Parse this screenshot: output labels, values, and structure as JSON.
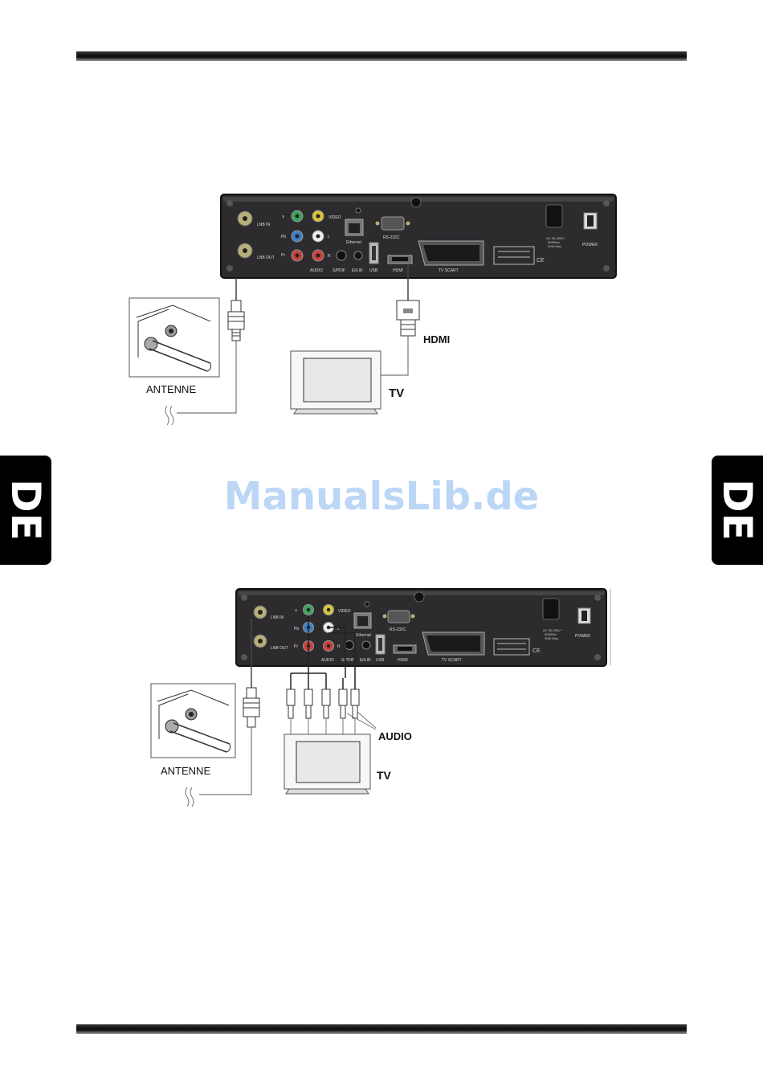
{
  "side_tab": {
    "left": "DE",
    "right": "DE"
  },
  "watermark": "ManualsLib.de",
  "diagram1": {
    "panel": {
      "lnb_in": "LNB IN",
      "lnb_out": "LNB OUT",
      "y": "Y",
      "pb": "Pb",
      "pr": "Pr",
      "video": "VIDEO",
      "l": "L",
      "r": "R",
      "audio": "AUDIO",
      "ethernet": "Ethernet",
      "spdif": "S/PDIF",
      "eir": "Ei/LIR",
      "usb": "USB",
      "hdmi": "HDMI",
      "rs232": "RS-232C",
      "scart": "TV SCART",
      "power": "POWER",
      "ac": [
        "AC 90-250V~",
        "50/60Hz",
        "30W Max."
      ]
    },
    "antenna_label": "ANTENNE",
    "hdmi_label": "HDMI",
    "tv_label": "TV"
  },
  "diagram2": {
    "panel": {
      "lnb_in": "LNB IN",
      "lnb_out": "LNB OUT",
      "y": "Y",
      "pb": "Pb",
      "pr": "Pr",
      "video": "VIDEO",
      "l": "L",
      "r": "R",
      "audio": "AUDIO",
      "ethernet": "Ethernet",
      "spdif": "S/PDIF",
      "eir": "Ei/LIR",
      "usb": "USB",
      "hdmi": "HDMI",
      "rs232": "RS-232C",
      "scart": "TV SCART",
      "power": "POWER",
      "ac": [
        "AC 90-250V~",
        "50/60Hz",
        "30W Max."
      ]
    },
    "antenna_label": "ANTENNE",
    "audio_label": "AUDIO",
    "tv_label": "TV"
  },
  "colors": {
    "panel": "#2d2b2e",
    "watermark": "#bcd6f5",
    "tab": "#000000"
  }
}
